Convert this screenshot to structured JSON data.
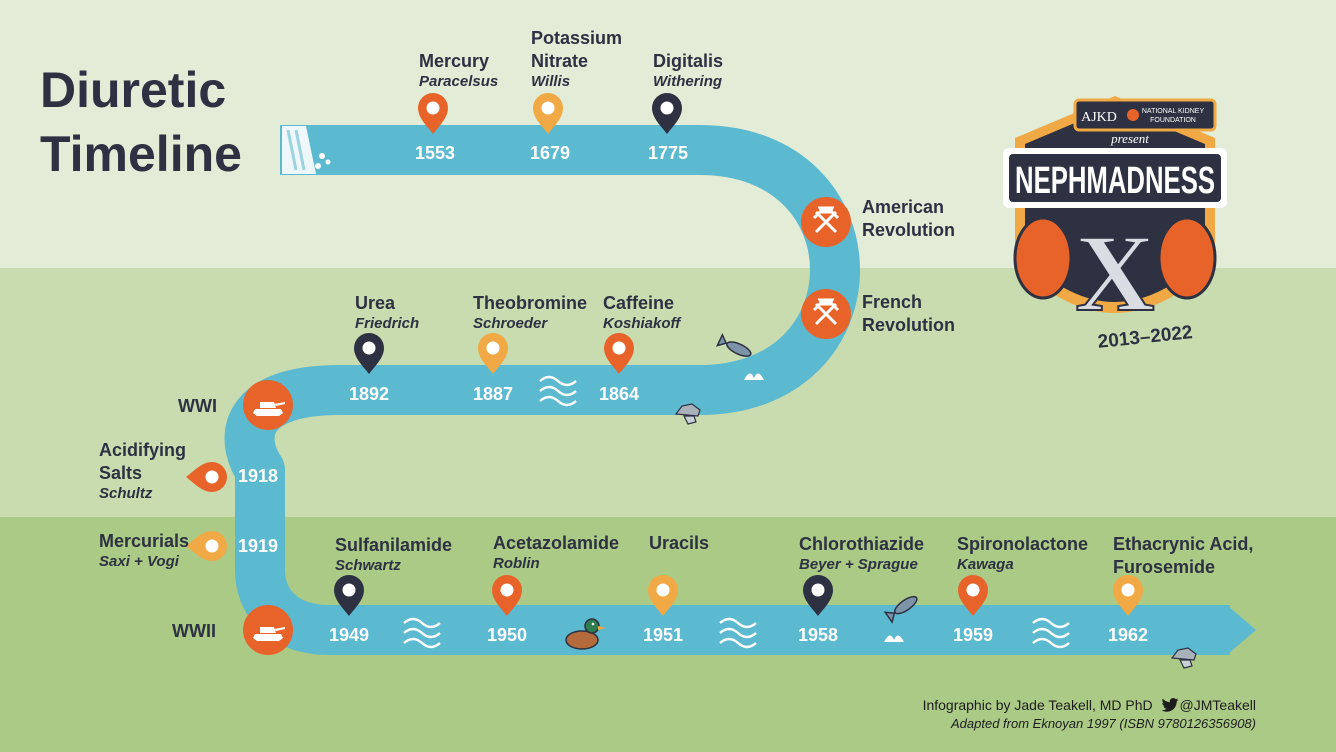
{
  "title": [
    "Diuretic",
    "Timeline"
  ],
  "colors": {
    "river": "#5bb9d0",
    "orange": "#e8632a",
    "amber": "#f0a944",
    "navy": "#2d3142",
    "band1": "#e2ecd6",
    "band2": "#c9dcb0",
    "band3": "#abca86"
  },
  "events": [
    {
      "name": [
        "Mercury"
      ],
      "by": "Paracelsus",
      "year": "1553",
      "pin": "orange"
    },
    {
      "name": [
        "Potassium",
        "Nitrate"
      ],
      "by": "Willis",
      "year": "1679",
      "pin": "amber"
    },
    {
      "name": [
        "Digitalis"
      ],
      "by": "Withering",
      "year": "1775",
      "pin": "navy"
    },
    {
      "name": [
        "Urea"
      ],
      "by": "Friedrich",
      "year": "1892",
      "pin": "navy"
    },
    {
      "name": [
        "Theobromine"
      ],
      "by": "Schroeder",
      "year": "1887",
      "pin": "amber"
    },
    {
      "name": [
        "Caffeine"
      ],
      "by": "Koshiakoff",
      "year": "1864",
      "pin": "orange"
    },
    {
      "name": [
        "Acidifying",
        "Salts"
      ],
      "by": "Schultz",
      "year": "1918",
      "pin": "orange"
    },
    {
      "name": [
        "Mercurials"
      ],
      "by": "Saxi + Vogi",
      "year": "1919",
      "pin": "amber"
    },
    {
      "name": [
        "Sulfanilamide"
      ],
      "by": "Schwartz",
      "year": "1949",
      "pin": "navy"
    },
    {
      "name": [
        "Acetazolamide"
      ],
      "by": "Roblin",
      "year": "1950",
      "pin": "orange"
    },
    {
      "name": [
        "Uracils"
      ],
      "by": "",
      "year": "1951",
      "pin": "amber"
    },
    {
      "name": [
        "Chlorothiazide"
      ],
      "by": "Beyer + Sprague",
      "year": "1958",
      "pin": "navy"
    },
    {
      "name": [
        "Spironolactone"
      ],
      "by": "Kawaga",
      "year": "1959",
      "pin": "orange"
    },
    {
      "name": [
        "Ethacrynic Acid,",
        "Furosemide"
      ],
      "by": "",
      "year": "1962",
      "pin": "amber"
    }
  ],
  "history": [
    {
      "label": [
        "American",
        "Revolution"
      ],
      "icon": "crossed-swords-icon"
    },
    {
      "label": [
        "French",
        "Revolution"
      ],
      "icon": "crossed-swords-icon"
    },
    {
      "label": [
        "WWI"
      ],
      "icon": "tank-icon"
    },
    {
      "label": [
        "WWII"
      ],
      "icon": "tank-icon"
    }
  ],
  "logo": {
    "top": "AJKD",
    "org": [
      "NATIONAL KIDNEY",
      "FOUNDATION"
    ],
    "presents": "present",
    "name": "NEPHMADNESS",
    "numeral": "X",
    "years": "2013–2022"
  },
  "credit": {
    "line1": "Infographic by Jade Teakell, MD PhD",
    "handle": "@JMTeakell",
    "line2": "Adapted from Eknoyan 1997 (ISBN 9780126356908)"
  }
}
